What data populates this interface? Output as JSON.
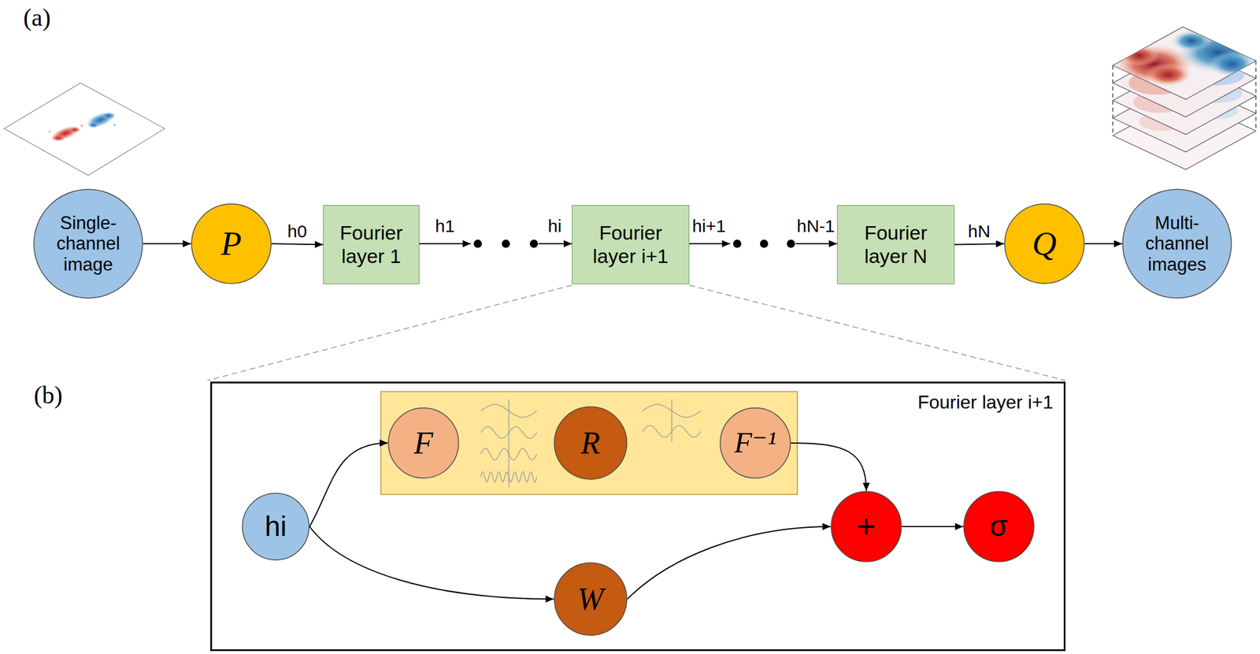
{
  "diagram": {
    "nodes": [
      {
        "text": [
          "Single- channel image"
        ]
      },
      {
        "text": [
          "P"
        ]
      },
      {
        "text": [
          "Fourier layer 1"
        ]
      },
      {
        "text": [
          "Fourier layer i+1"
        ]
      },
      {
        "text": [
          "Fourier layer N"
        ]
      },
      {
        "text": [
          "Q"
        ]
      },
      {
        "text": [
          "Multi- channel images"
        ]
      },
      {
        "text": [
          "Fourier layer i+1"
        ]
      },
      {
        "text": [
          "hi"
        ],
        "in": 7
      },
      {
        "text": [
          "F"
        ],
        "in": 7
      },
      {
        "text": [
          "R"
        ],
        "in": 7
      },
      {
        "text": [
          "F⁻¹"
        ],
        "in": 7
      },
      {
        "text": [
          "W"
        ],
        "in": 7
      },
      {
        "text": [
          "+"
        ],
        "in": 7
      },
      {
        "text": [
          "σ"
        ],
        "in": 7
      }
    ],
    "edges": [
      {
        "from": 0,
        "to": 1,
        "arrow": "to"
      },
      {
        "from": 1,
        "to": 2,
        "label": "h0",
        "arrow": "to"
      },
      {
        "from": 4,
        "to": 5,
        "label": "hN",
        "arrow": "to"
      },
      {
        "from": 5,
        "to": 6,
        "arrow": "to"
      },
      {
        "from": 8,
        "to": 9,
        "arrow": "to"
      },
      {
        "from": 11,
        "to": 13,
        "arrow": "to"
      },
      {
        "from": 8,
        "to": 12,
        "arrow": "to"
      },
      {
        "from": 12,
        "to": 13,
        "arrow": "to"
      },
      {
        "from": 13,
        "to": 14,
        "arrow": "to"
      }
    ],
    "labels": [
      "(a)",
      "h1",
      "hi",
      "hi+1",
      "hN-1",
      "(b)"
    ]
  }
}
